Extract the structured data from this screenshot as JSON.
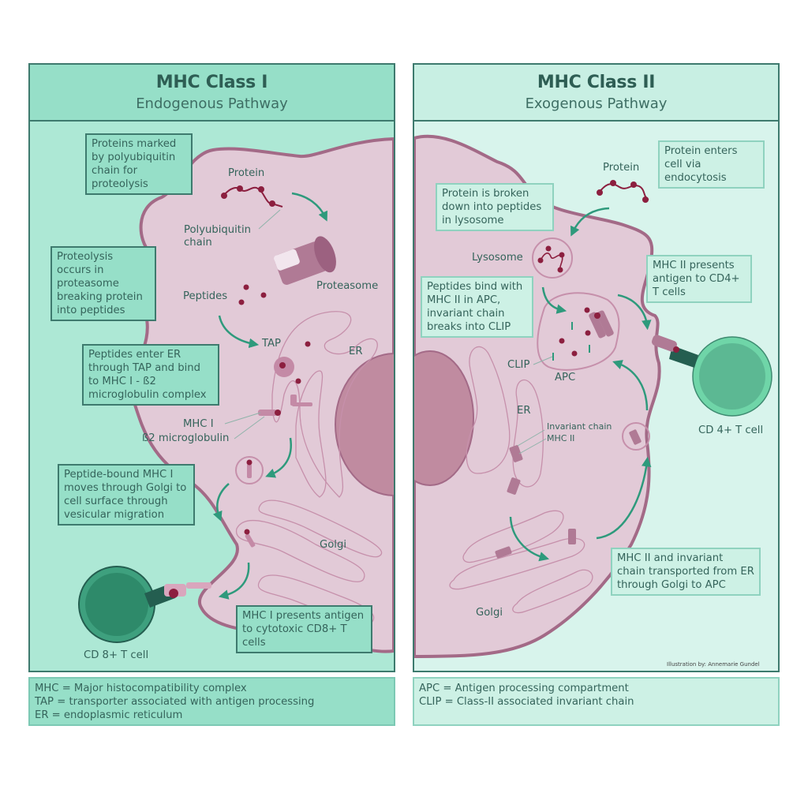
{
  "left_panel": {
    "title": "MHC Class I",
    "subtitle": "Endogenous Pathway",
    "notes": [
      "Proteins marked by polyubiquitin chain for proteolysis",
      "Proteolysis occurs in proteasome breaking protein into peptides",
      "Peptides enter ER through TAP and bind to MHC I - ß2 microglobulin complex",
      "Peptide-bound MHC I moves through Golgi to cell surface through vesicular migration",
      "MHC I presents antigen to cytotoxic CD8+ T cells"
    ],
    "labels": {
      "protein": "Protein",
      "polyubiquitin": "Polyubiquitin chain",
      "proteasome": "Proteasome",
      "peptides": "Peptides",
      "tap": "TAP",
      "er": "ER",
      "mhc1": "MHC I",
      "b2m": "ß2 microglobulin",
      "golgi": "Golgi",
      "tcell": "CD 8+ T cell"
    },
    "legend": [
      "MHC = Major histocompatibility complex",
      "TAP = transporter associated with antigen processing",
      "ER = endoplasmic reticulum"
    ]
  },
  "right_panel": {
    "title": "MHC Class II",
    "subtitle": "Exogenous Pathway",
    "notes": [
      "Protein enters cell via endocytosis",
      "Protein is broken down into peptides in lysosome",
      "MHC II presents antigen to CD4+ T cells",
      "Peptides bind with MHC II in APC, invariant chain breaks into CLIP",
      "MHC II and invariant chain transported from ER through Golgi to APC"
    ],
    "labels": {
      "protein": "Protein",
      "lysosome": "Lysosome",
      "clip": "CLIP",
      "apc": "APC",
      "er": "ER",
      "invariant_chain": "Invariant chain",
      "mhc2": "MHC II",
      "golgi": "Golgi",
      "tcell": "CD 4+ T cell"
    },
    "legend": [
      "APC = Antigen processing compartment",
      "CLIP = Class-II associated invariant chain"
    ],
    "credit": "Illustration by: Annemarie Gundel"
  },
  "colors": {
    "cell_fill": "#e2cad7",
    "cell_border": "#a36a87",
    "nucleus": "#c08ba0",
    "peptide": "#8c1f3f",
    "arrow": "#2e9a7c",
    "tcell_outer": "#6fd5a8",
    "tcell_inner_left": "#2e8a6a",
    "tcell_inner_right": "#5cb893",
    "receptor": "#245e50"
  }
}
